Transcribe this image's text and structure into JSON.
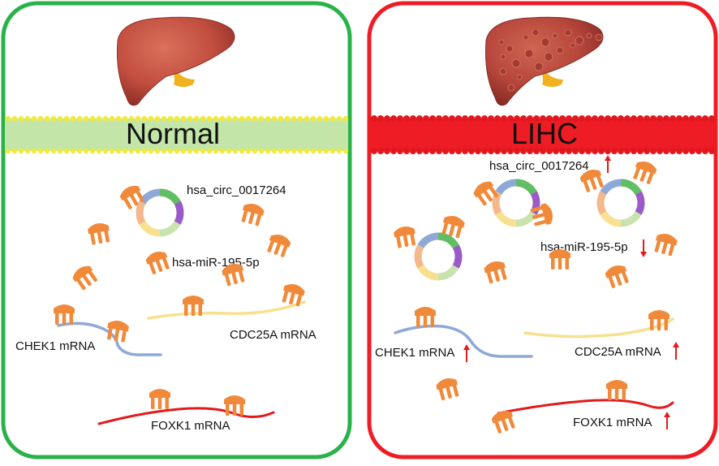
{
  "normal_panel": {
    "title": "Normal",
    "circ_label": "hsa_circ_0017264",
    "mir_label": "hsa-miR-195-5p",
    "chek1_label": "CHEK1 mRNA",
    "cdc25a_label": "CDC25A mRNA",
    "foxk1_label": "FOXK1 mRNA",
    "border_color": "#2ab24a",
    "membrane_color": "#c3e5a8"
  },
  "lihc_panel": {
    "title": "LIHC",
    "circ_label": "hsa_circ_0017264",
    "mir_label": "hsa-miR-195-5p",
    "chek1_label": "CHEK1 mRNA",
    "cdc25a_label": "CDC25A mRNA",
    "foxk1_label": "FOXK1 mRNA",
    "border_color": "#ee1c24",
    "membrane_color": "#ee1c24",
    "circ_trend": "up",
    "mir_trend": "down",
    "chek1_trend": "up",
    "cdc25a_trend": "up",
    "foxk1_trend": "up"
  },
  "colors": {
    "mirna": "#f08a3a",
    "liver": "#c24e3f",
    "bile_duct": "#f0b21e",
    "chek1_mrna": "#8ea9d8",
    "cdc25a_mrna": "#f7e08f",
    "foxk1_mrna": "#e3191c",
    "arrow": "#e3191c",
    "membrane_dots": "#f3e93a"
  },
  "icons": {
    "organ": "liver-icon",
    "circrna": "circrna-ring-icon",
    "mirna": "mirna-comb-icon"
  }
}
